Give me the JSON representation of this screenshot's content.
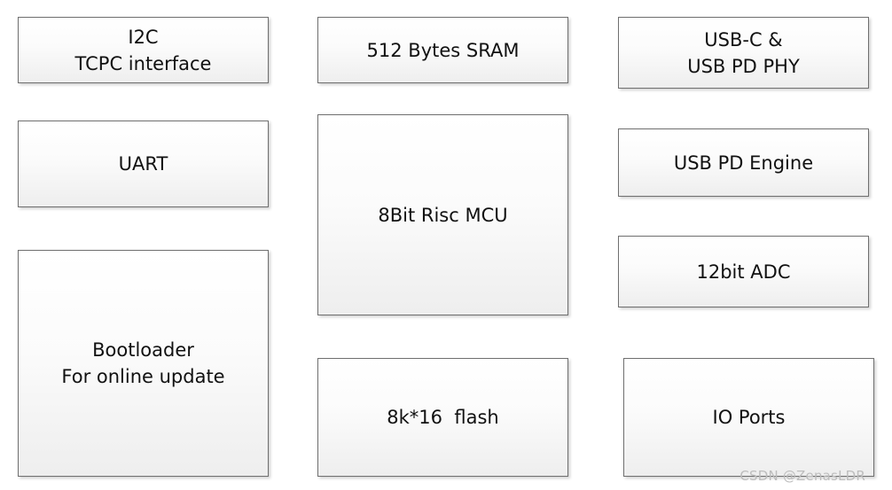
{
  "blocks": {
    "i2c": {
      "line1": "I2C",
      "line2": "TCPC interface"
    },
    "sram": {
      "line1": "512 Bytes SRAM"
    },
    "usbc": {
      "line1": "USB-C &",
      "line2": "USB PD PHY"
    },
    "uart": {
      "line1": "UART"
    },
    "mcu": {
      "line1": "8Bit Risc MCU"
    },
    "pd_engine": {
      "line1": "USB PD Engine"
    },
    "adc": {
      "line1": "12bit ADC"
    },
    "bootloader": {
      "line1": "Bootloader",
      "line2": "For online update"
    },
    "flash": {
      "line1": "8k*16  flash"
    },
    "io_ports": {
      "line1": "IO Ports"
    }
  },
  "watermark": "CSDN @ZenasLDR",
  "colors": {
    "block_border": "#6f6f6f",
    "block_fill_top": "#ffffff",
    "block_fill_bottom": "#eeeeee",
    "text": "#111111",
    "watermark": "#bdbdbd"
  }
}
